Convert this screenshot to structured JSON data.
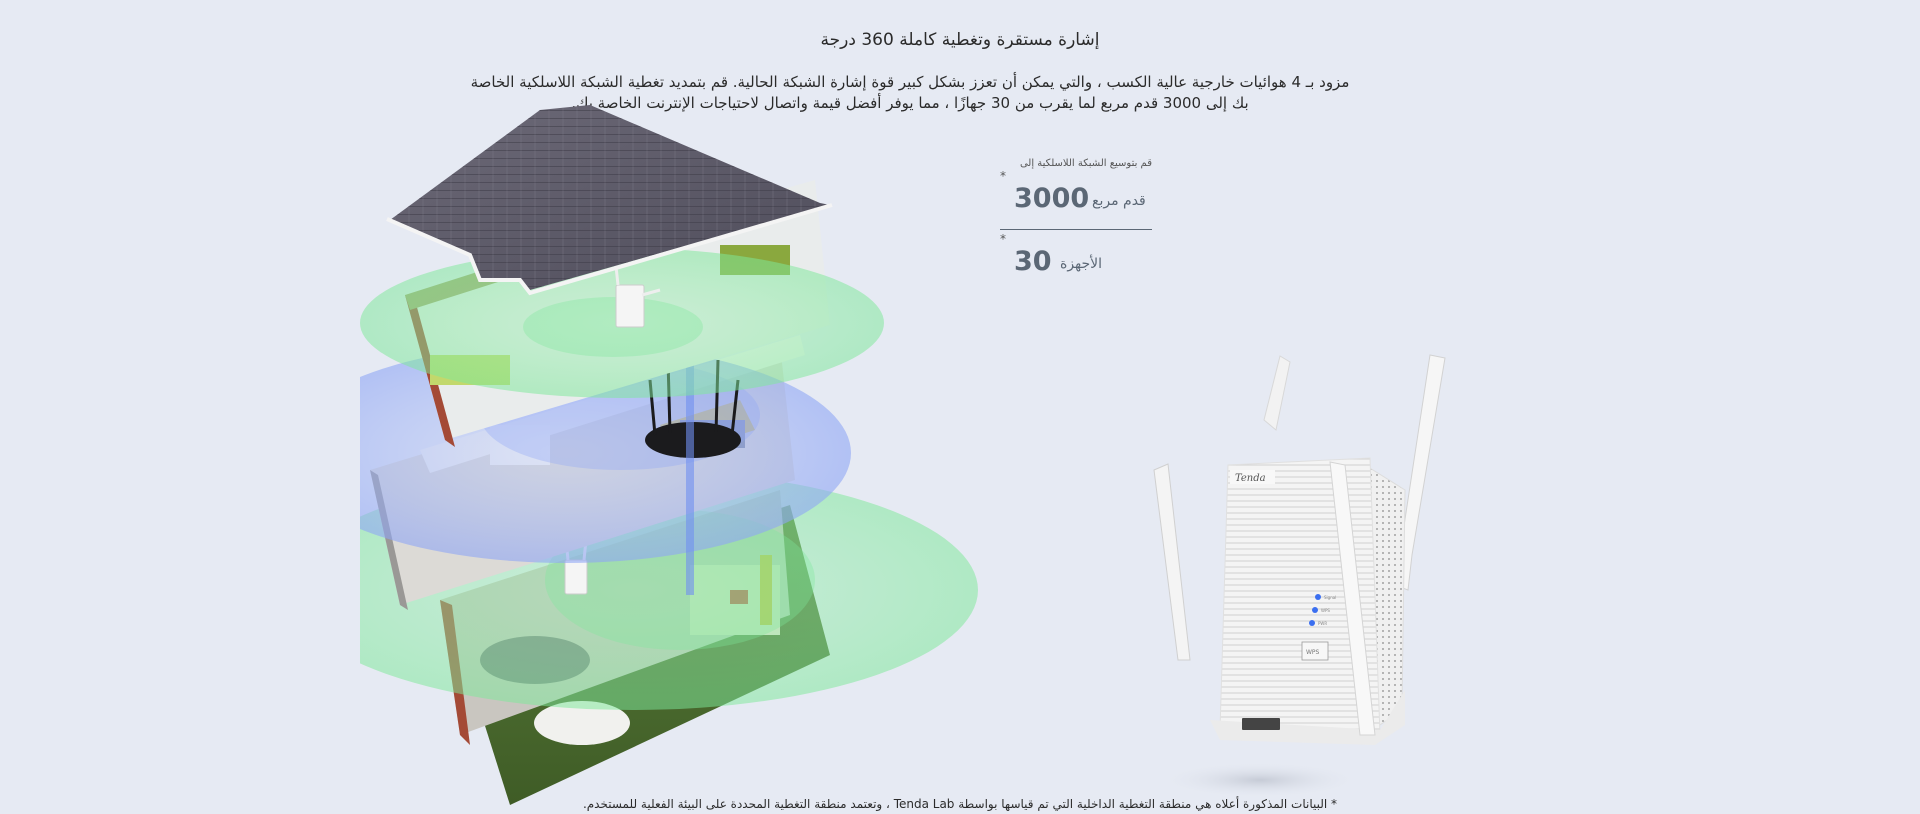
{
  "section": {
    "title": "إشارة مستقرة وتغطية كاملة 360 درجة",
    "description_lines": [
      "مزود بـ 4 هوائيات خارجية عالية الكسب ، والتي يمكن أن تعزز بشكل كبير قوة إشارة الشبكة الحالية. قم بتمديد تغطية الشبكة اللاسلكية الخاصة",
      "بك إلى 3000 قدم مربع لما يقرب من 30 جهازًا ، مما يوفر أفضل قيمة واتصال لاحتياجات الإنترنت الخاصة بك."
    ]
  },
  "stats": {
    "intro": "قم بتوسيع الشبكة اللاسلكية إلى",
    "items": [
      {
        "marker": "*",
        "value": "3000",
        "unit": "قدم مربع"
      },
      {
        "marker": "*",
        "value": "30",
        "unit": "الأجهزة"
      }
    ]
  },
  "product": {
    "brand": "Tenda",
    "leds": [
      "Signal",
      "WPS",
      "PWR"
    ],
    "button_label": "WPS"
  },
  "footnote": "* البيانات المذكورة أعلاه هي منطقة التغطية الداخلية التي تم قياسها بواسطة Tenda Lab ، وتعتمد منطقة التغطية المحددة على البيئة الفعلية للمستخدم.",
  "colors": {
    "background": "#e6eaf3",
    "stat_text": "#5b6775",
    "wifi_green": "#7ee89a",
    "wifi_blue": "#8fa6f5",
    "led_blue": "#3b6ff0"
  }
}
